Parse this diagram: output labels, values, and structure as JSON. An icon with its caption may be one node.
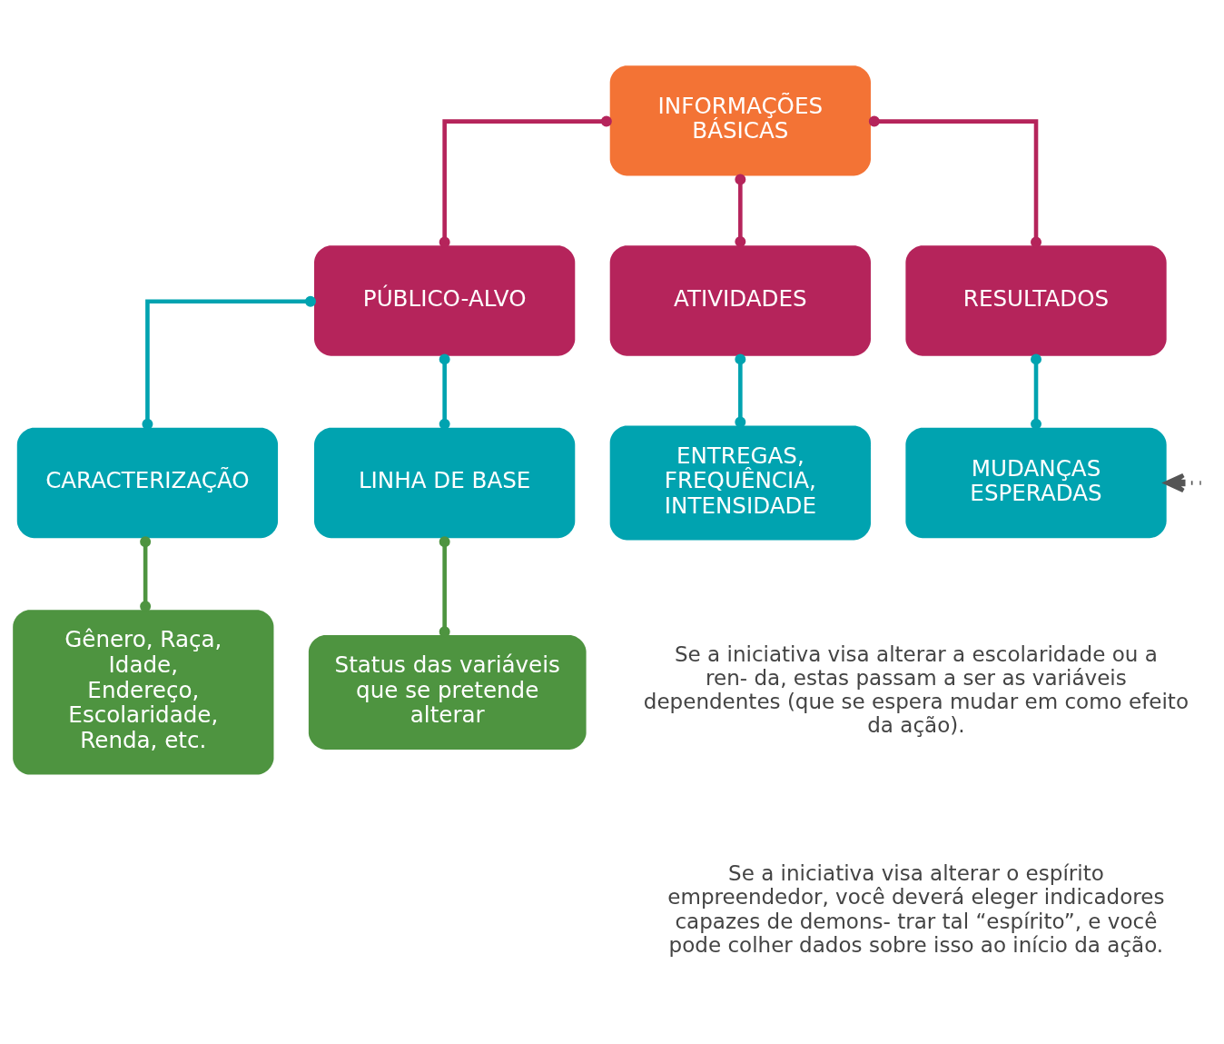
{
  "diagram": {
    "nodes": [
      {
        "text": [
          "INFORMAÇÕES BÁSICAS"
        ]
      },
      {
        "text": [
          "PÚBLICO-ALVO"
        ]
      },
      {
        "text": [
          "ATIVIDADES"
        ]
      },
      {
        "text": [
          "RESULTADOS"
        ]
      },
      {
        "text": [
          "CARACTERIZAÇÃO"
        ]
      },
      {
        "text": [
          "LINHA DE BASE"
        ]
      },
      {
        "text": [
          "ENTREGAS, FREQUÊNCIA, INTENSIDADE"
        ]
      },
      {
        "text": [
          "MUDANÇAS ESPERADAS"
        ]
      },
      {
        "text": [
          "Gênero, Raça, Idade, Endereço, Escolaridade, Renda, etc."
        ]
      },
      {
        "text": [
          "Status das variáveis que se pretende alterar"
        ]
      }
    ],
    "edges": [
      {
        "from": 0,
        "to": 1,
        "arrow": "other",
        "color": "#b5245b"
      },
      {
        "from": 0,
        "to": 2,
        "arrow": "other",
        "color": "#b5245b"
      },
      {
        "from": 0,
        "to": 3,
        "arrow": "other",
        "color": "#b5245b"
      },
      {
        "from": 1,
        "to": 4,
        "arrow": "other",
        "color": "#00a3b0"
      },
      {
        "from": 1,
        "to": 5,
        "arrow": "other",
        "color": "#00a3b0"
      },
      {
        "from": 2,
        "to": 6,
        "arrow": "other",
        "color": "#00a3b0"
      },
      {
        "from": 3,
        "to": 7,
        "arrow": "other",
        "color": "#00a3b0"
      },
      {
        "from": 4,
        "to": 8,
        "arrow": "other",
        "color": "#4e9440"
      },
      {
        "from": 5,
        "to": 9,
        "arrow": "other",
        "color": "#4e9440"
      },
      {
        "from": null,
        "to": 7,
        "arrow": "to",
        "style": "dashed",
        "color": "#555555"
      }
    ],
    "labels": [
      "Se a iniciativa visa alterar a escolaridade ou a ren- da, estas passam a ser as variáveis dependentes (que se espera mudar em como efeito da ação).",
      "Se a iniciativa visa alterar o espírito empreendedor, você deverá eleger indicadores capazes de demons- trar tal “espírito”, e você pode colher dados sobre isso ao início da ação."
    ]
  }
}
